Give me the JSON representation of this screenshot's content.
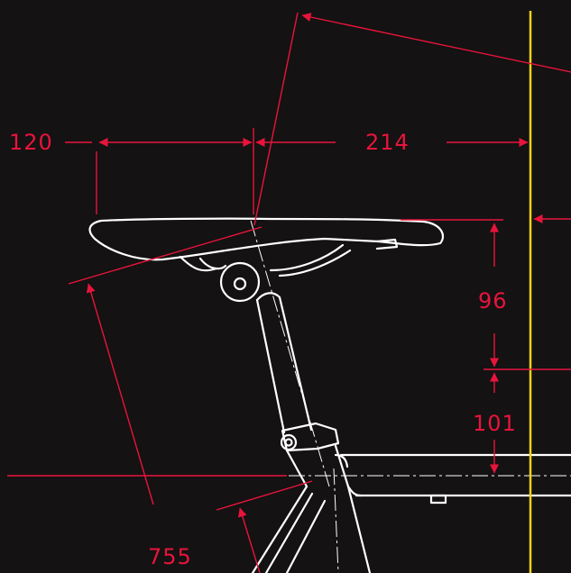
{
  "colors": {
    "background": "#141212",
    "line_work": "#ffffff",
    "dimensions": "#e8143c",
    "reference_line": "#f2d21b"
  },
  "dimensions": {
    "saddle_setback": "120",
    "saddle_to_reference": "214",
    "saddle_height_above_bar": "96",
    "bar_above_top_tube": "101",
    "saddle_height": "755"
  }
}
